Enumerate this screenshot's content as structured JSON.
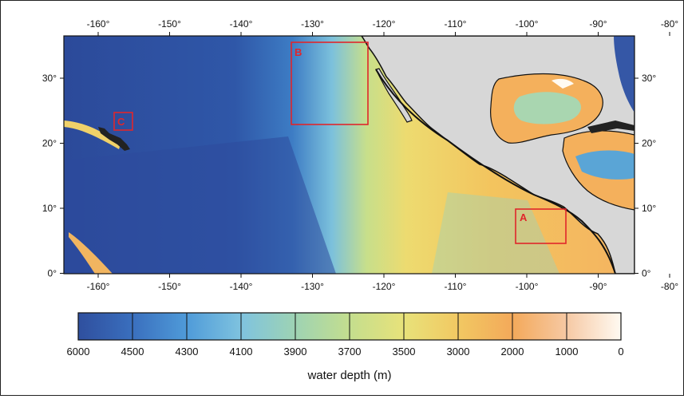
{
  "map": {
    "longitude_ticks": [
      "-160°",
      "-150°",
      "-140°",
      "-130°",
      "-120°",
      "-110°",
      "-100°",
      "-90°",
      "-80°"
    ],
    "latitude_ticks": [
      "30°",
      "20°",
      "10°",
      "0°"
    ],
    "regions": [
      {
        "label": "A",
        "name": "region-a"
      },
      {
        "label": "B",
        "name": "region-b"
      },
      {
        "label": "C",
        "name": "region-c"
      }
    ]
  },
  "colorbar": {
    "tick_labels": [
      "6000",
      "4500",
      "4300",
      "4100",
      "3900",
      "3700",
      "3500",
      "3000",
      "2000",
      "1000",
      "0"
    ],
    "colors": [
      "#2f4f9e",
      "#3a6fbe",
      "#4f9bd9",
      "#7fc3df",
      "#9ed3b3",
      "#c4de8e",
      "#e8e27a",
      "#f2c862",
      "#f3a95a",
      "#f6c9a4",
      "#fffaf2"
    ],
    "axis_label": "water depth (m)"
  },
  "colors": {
    "land": "#d7d7d7",
    "region_box": "#e0262b",
    "deep_ocean": "#2c4a9a"
  }
}
